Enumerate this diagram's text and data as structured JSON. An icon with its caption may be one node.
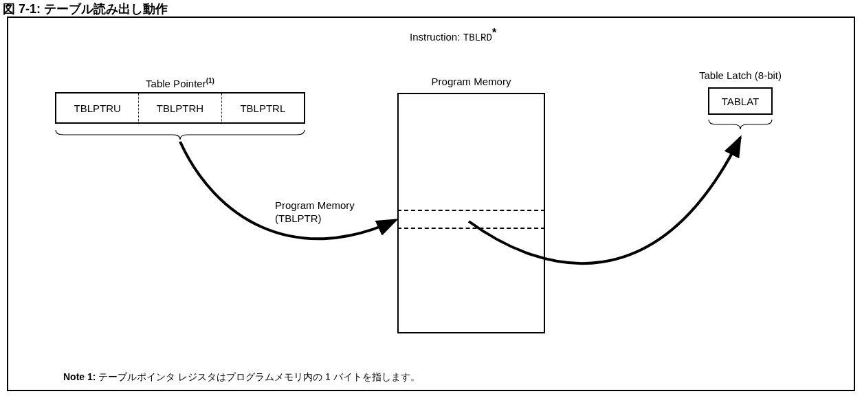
{
  "diagram": {
    "title": "図 7-1: テーブル読み出し動作",
    "nodes": [
      {
        "text": [
          "Table Pointer$^{(1)}$"
        ]
      },
      {
        "text": [
          "TBLPTRU"
        ],
        "in": 0
      },
      {
        "text": [
          "TBLPTRH"
        ],
        "in": 0
      },
      {
        "text": [
          "TBLPTRL"
        ],
        "in": 0
      },
      {
        "text": [
          "Program Memory"
        ]
      },
      {
        "text": [],
        "shape": "box",
        "in": 4
      },
      {
        "text": [
          "Table Latch (8-bit)",
          "TABLAT"
        ]
      }
    ],
    "edges": [
      {
        "from": 0,
        "to": 5,
        "arrow": "to"
      },
      {
        "from": 5,
        "to": 6,
        "arrow": "to"
      }
    ],
    "labels": [
      "Instruction:",
      "TBLRD$^{*}$",
      "Program Memory (TBLPTR)",
      "**Note 1:** テーブルポインタ レジスタはプログラムメモリ内の 1 バイトを指します。"
    ]
  }
}
